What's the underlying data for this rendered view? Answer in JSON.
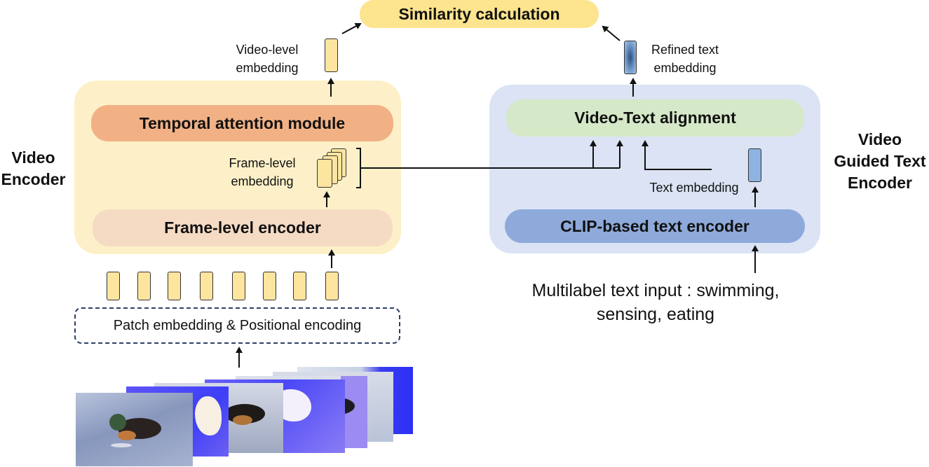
{
  "similarity": {
    "label": "Similarity calculation"
  },
  "video_encoder": {
    "title_line1": "Video",
    "title_line2": "Encoder",
    "temporal_module": "Temporal attention module",
    "frame_encoder": "Frame-level encoder",
    "frame_embedding_line1": "Frame-level",
    "frame_embedding_line2": "embedding",
    "video_embedding_line1": "Video-level",
    "video_embedding_line2": "embedding",
    "patch_embedding": "Patch embedding & Positional encoding"
  },
  "text_encoder": {
    "title_line1": "Video",
    "title_line2": "Guided Text",
    "title_line3": "Encoder",
    "alignment": "Video-Text alignment",
    "clip_encoder": "CLIP-based text encoder",
    "text_embedding": "Text embedding",
    "refined_line1": "Refined text",
    "refined_line2": "embedding",
    "input_line1": "Multilabel text input : swimming,",
    "input_line2": "sensing, eating"
  },
  "colors": {
    "video_panel": "#fdf0c8",
    "text_panel": "#dbe3f4",
    "temporal": "#f2b185",
    "frame_encoder": "#f6dbc4",
    "alignment": "#d5e8c8",
    "clip": "#8eaadb",
    "similarity": "#fde48e",
    "token": "#fde5a0",
    "text_token": "#8fb3e0"
  }
}
